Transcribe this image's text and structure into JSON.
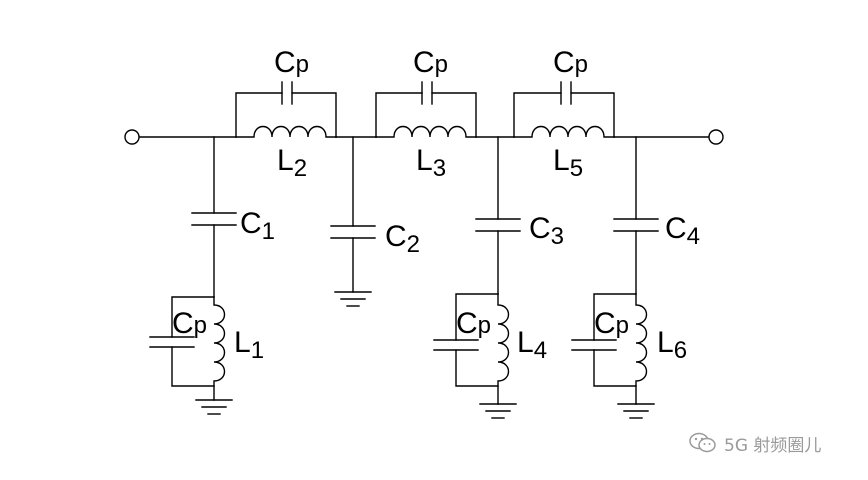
{
  "diagram": {
    "components": {
      "Cp_top_1": {
        "base": "C",
        "sub": "p"
      },
      "Cp_top_2": {
        "base": "C",
        "sub": "p"
      },
      "Cp_top_3": {
        "base": "C",
        "sub": "p"
      },
      "L2": {
        "base": "L",
        "sub": "2"
      },
      "L3": {
        "base": "L",
        "sub": "3"
      },
      "L5": {
        "base": "L",
        "sub": "5"
      },
      "C1": {
        "base": "C",
        "sub": "1"
      },
      "C2": {
        "base": "C",
        "sub": "2"
      },
      "C3": {
        "base": "C",
        "sub": "3"
      },
      "C4": {
        "base": "C",
        "sub": "4"
      },
      "L1": {
        "base": "L",
        "sub": "1"
      },
      "L4": {
        "base": "L",
        "sub": "4"
      },
      "L6": {
        "base": "L",
        "sub": "6"
      },
      "Cp_shunt_1": {
        "base": "C",
        "sub": "p"
      },
      "Cp_shunt_2": {
        "base": "C",
        "sub": "p"
      },
      "Cp_shunt_3": {
        "base": "C",
        "sub": "p"
      }
    }
  },
  "watermark": {
    "text": "5G 射频圈儿",
    "icon": "wechat-icon"
  }
}
